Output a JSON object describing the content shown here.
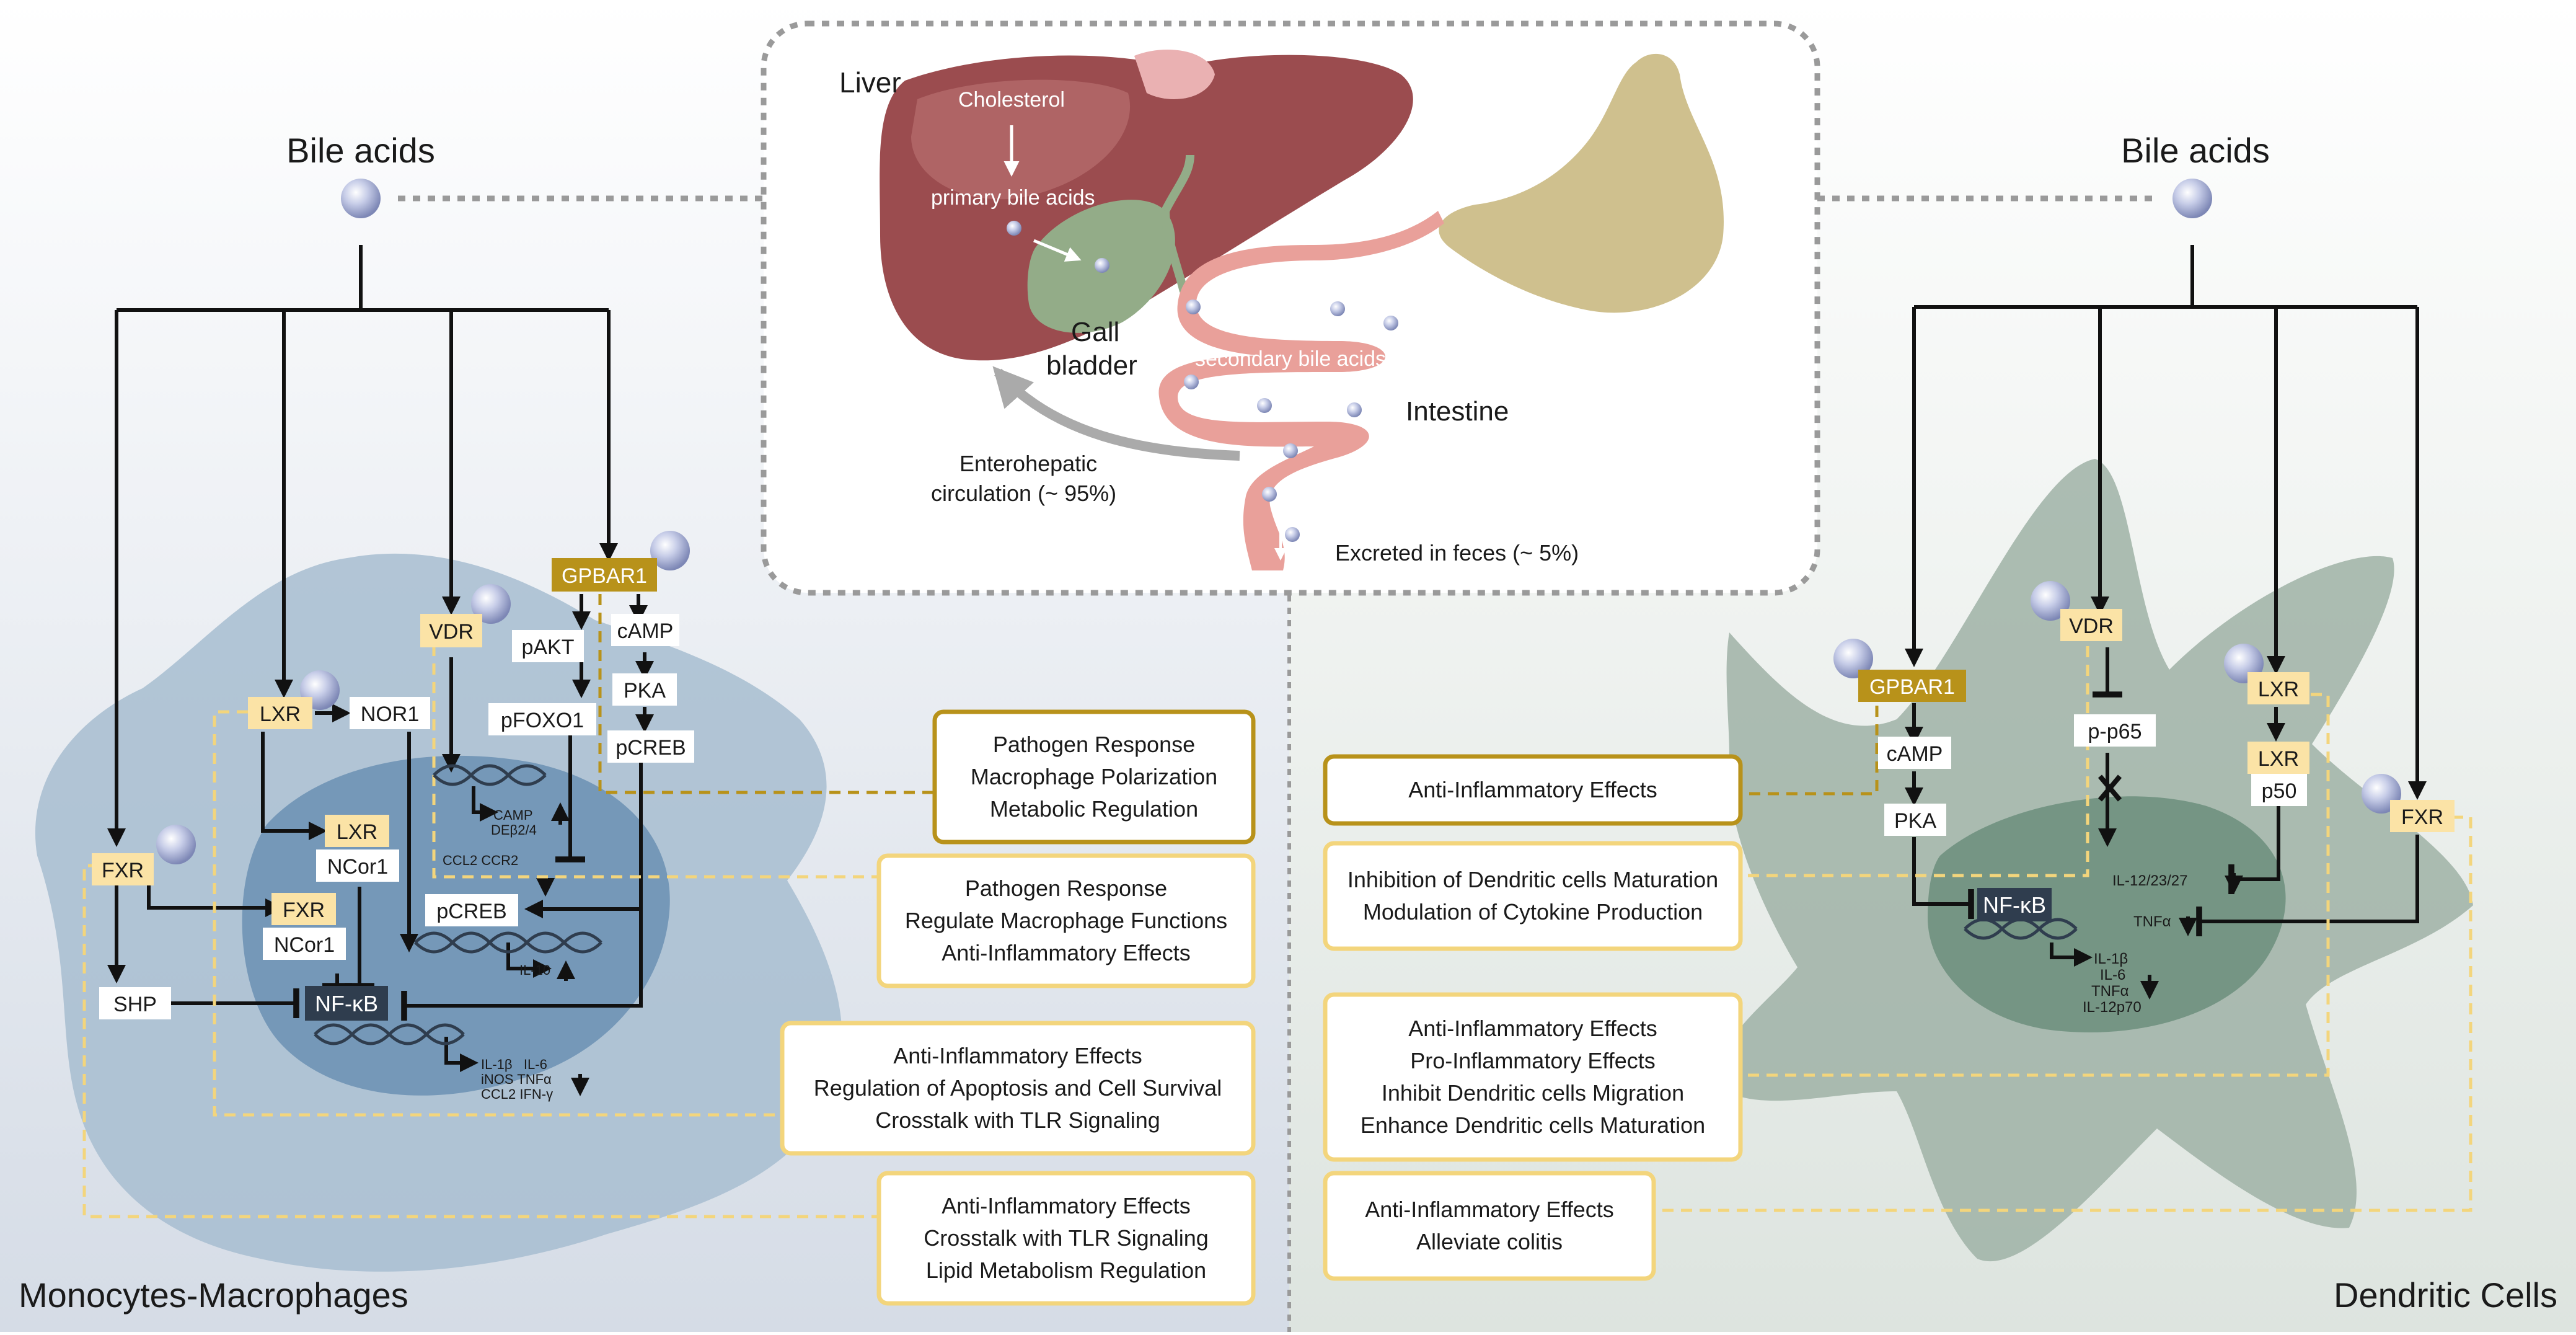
{
  "header": {
    "bile_acids_left": "Bile acids",
    "bile_acids_right": "Bile acids"
  },
  "liver_panel": {
    "liver": "Liver",
    "cholesterol": "Cholesterol",
    "primary_bile_acids": "primary bile acids",
    "gall": "Gall",
    "bladder": "bladder",
    "secondary_bile_acids": "secondary bile acids",
    "intestine": "Intestine",
    "enterohepatic_1": "Enterohepatic",
    "enterohepatic_2": "circulation (~ 95%)",
    "excreted": "Excreted in feces (~ 5%)"
  },
  "macrophage": {
    "title": "Monocytes-Macrophages",
    "gpbar1": "GPBAR1",
    "vdr": "VDR",
    "lxr": "LXR",
    "nor1": "NOR1",
    "lxr2": "LXR",
    "ncor1a": "NCor1",
    "fxr": "FXR",
    "fxr2": "FXR",
    "ncor1b": "NCor1",
    "shp": "SHP",
    "nfkb": "NF-κB",
    "pakt": "pAKT",
    "pfoxo1": "pFOXO1",
    "camp": "cAMP",
    "pka": "PKA",
    "pcreb_a": "pCREB",
    "pcreb_b": "pCREB",
    "gene1_1": "CAMP",
    "gene1_2": "DEβ2/4",
    "gene2": "CCL2 CCR2",
    "il10": "IL-10",
    "cyto_1": "IL-1β   IL-6",
    "cyto_2": "iNOS TNFα",
    "cyto_3": "CCL2 IFN-γ"
  },
  "dendritic": {
    "title": "Dendritic Cells",
    "gpbar1": "GPBAR1",
    "vdr": "VDR",
    "lxr": "LXR",
    "lxr2": "LXR",
    "fxr": "FXR",
    "camp": "cAMP",
    "pka": "PKA",
    "pp65": "p-p65",
    "p50": "p50",
    "nfkb": "NF-κB",
    "il12": "IL-12/23/27",
    "tnfa": "TNFα",
    "cyto_1": "IL-1β",
    "cyto_2": "IL-6",
    "cyto_3": "TNFα",
    "cyto_4": "IL-12p70"
  },
  "effect_boxes_left": [
    [
      "Pathogen Response",
      "Macrophage Polarization",
      "Metabolic Regulation"
    ],
    [
      "Pathogen Response",
      "Regulate Macrophage Functions",
      "Anti-Inflammatory Effects"
    ],
    [
      "Anti-Inflammatory Effects",
      "Regulation of Apoptosis and Cell Survival",
      "Crosstalk with TLR Signaling"
    ],
    [
      "Anti-Inflammatory Effects",
      "Crosstalk with TLR Signaling",
      "Lipid Metabolism Regulation"
    ]
  ],
  "effect_boxes_right": [
    [
      "Anti-Inflammatory Effects"
    ],
    [
      "Inhibition of Dendritic cells Maturation",
      "Modulation of Cytokine Production"
    ],
    [
      "Anti-Inflammatory Effects",
      "Pro-Inflammatory Effects",
      "Inhibit Dendritic cells Migration",
      "Enhance Dendritic cells Maturation"
    ],
    [
      "Anti-Inflammatory Effects",
      "Alleviate colitis"
    ]
  ],
  "colors": {
    "gpbar1": "#b8921a",
    "receptor": "#fbe3a6",
    "nfkb": "#2f3d4e",
    "macrophage_cell": "#a7bdd0",
    "macrophage_nucleus": "#6f93b5",
    "dc_cell": "#9fb2a6",
    "dc_nucleus": "#6f917f",
    "liver": "#9b4c4f",
    "intestine": "#e9a09a",
    "stomach": "#cfc08e",
    "gall": "#93ac88"
  }
}
